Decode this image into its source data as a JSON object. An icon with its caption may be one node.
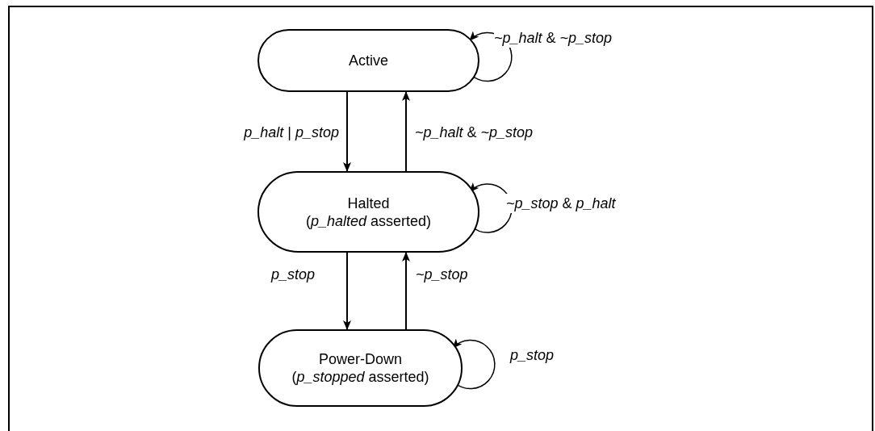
{
  "diagram": {
    "nodes": [
      {
        "text": [
          "Active"
        ]
      },
      {
        "text": [
          "Halted",
          "(*p_halted* asserted)"
        ]
      },
      {
        "text": [
          "Power-Down",
          "(*p_stopped* asserted)"
        ]
      }
    ],
    "edges": [
      {
        "from": 0,
        "to": 1,
        "arrow": "to",
        "label": "*p_halt* | *p_stop*"
      },
      {
        "from": 1,
        "to": 0,
        "arrow": "to",
        "label": "*~p_halt* & *~p_stop*"
      },
      {
        "from": 0,
        "to": 0,
        "arrow": "to",
        "label": "*~p_halt* & *~p_stop*"
      },
      {
        "from": 1,
        "to": 1,
        "arrow": "to",
        "label": "*~p_stop* & *p_halt*"
      },
      {
        "from": 1,
        "to": 2,
        "arrow": "to",
        "label": "*p_stop*"
      },
      {
        "from": 2,
        "to": 1,
        "arrow": "to",
        "label": "*~p_stop*"
      },
      {
        "from": 2,
        "to": 2,
        "arrow": "to",
        "label": "*p_stop*"
      }
    ]
  }
}
